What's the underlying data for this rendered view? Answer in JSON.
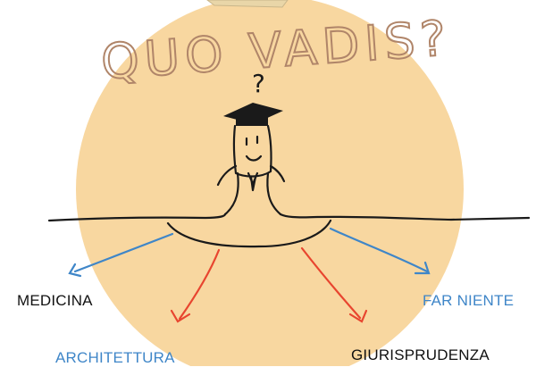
{
  "title_text": "QUO VADIS?",
  "question_mark": "?",
  "colors": {
    "background": "#ffffff",
    "circle": "#f8d7a0",
    "line": "#1a1a1a",
    "blue": "#3f86c8",
    "red": "#e8452f",
    "title_ink": "#b08569"
  },
  "options": [
    {
      "label": "MEDICINA",
      "color": "#111111"
    },
    {
      "label": "ARCHITETTURA",
      "color": "#3f86c8"
    },
    {
      "label": "FAR NIENTE",
      "color": "#3f86c8"
    },
    {
      "label": "GIURISPRUDENZA",
      "color": "#111111"
    }
  ],
  "icons": [
    "graduation-cap-icon",
    "student-figure-icon",
    "crossroads-icon"
  ]
}
